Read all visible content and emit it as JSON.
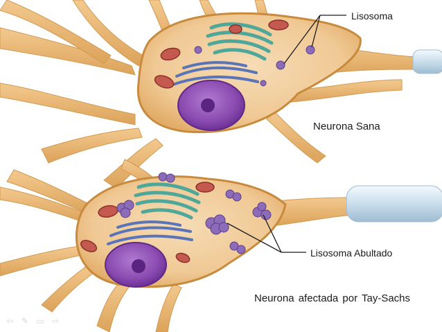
{
  "labels": {
    "lysosome": "Lisosoma",
    "healthy_neuron": "Neurona Sana",
    "swollen_lysosome": "Lisosoma Abultado",
    "affected_neuron": "Neurona  afectada por Tay-Sachs"
  },
  "colors": {
    "cytoplasm": "#f4d3a6",
    "membrane": "#d9a24e",
    "nucleus": "#8f4fb0",
    "golgi": "#4fa79a",
    "er": "#5a74b8",
    "mitochondria": "#b9524a",
    "lysosome": "#8c6bb8",
    "myelin": "#cfe3f0"
  },
  "icons": [
    "prev-arrow-icon",
    "pen-icon",
    "slide-icon",
    "next-arrow-icon"
  ]
}
